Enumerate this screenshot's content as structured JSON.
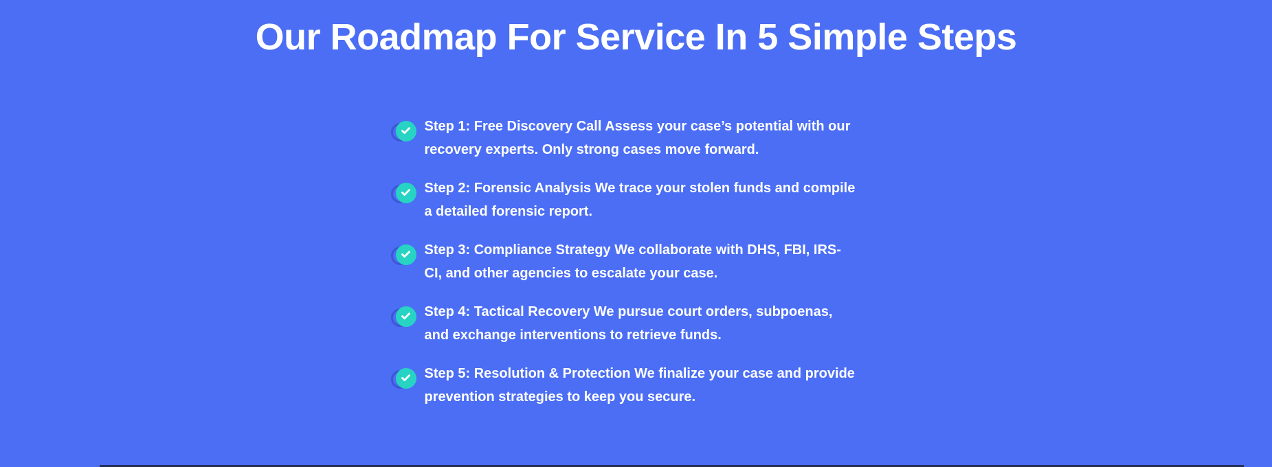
{
  "section": {
    "title": "Our Roadmap For Service In 5 Simple Steps",
    "step_icon": "check-circle-icon",
    "colors": {
      "background": "#4b6ef5",
      "accent_teal": "#27d3c3",
      "ring_blue": "#3d56d2",
      "text": "#ffffff",
      "bottom_edge": "#263058"
    }
  },
  "steps": [
    {
      "text": "Step 1: Free Discovery Call Assess your case’s potential with our\nrecovery experts. Only strong cases move forward."
    },
    {
      "text": "Step 2: Forensic Analysis We trace your stolen funds and compile\na detailed forensic report."
    },
    {
      "text": "Step 3: Compliance Strategy We collaborate with DHS, FBI, IRS-\nCI, and other agencies to escalate your case."
    },
    {
      "text": "Step 4: Tactical Recovery We pursue court orders, subpoenas,\nand exchange interventions to retrieve funds."
    },
    {
      "text": "Step 5: Resolution & Protection We finalize your case and provide\nprevention strategies to keep you secure."
    }
  ]
}
